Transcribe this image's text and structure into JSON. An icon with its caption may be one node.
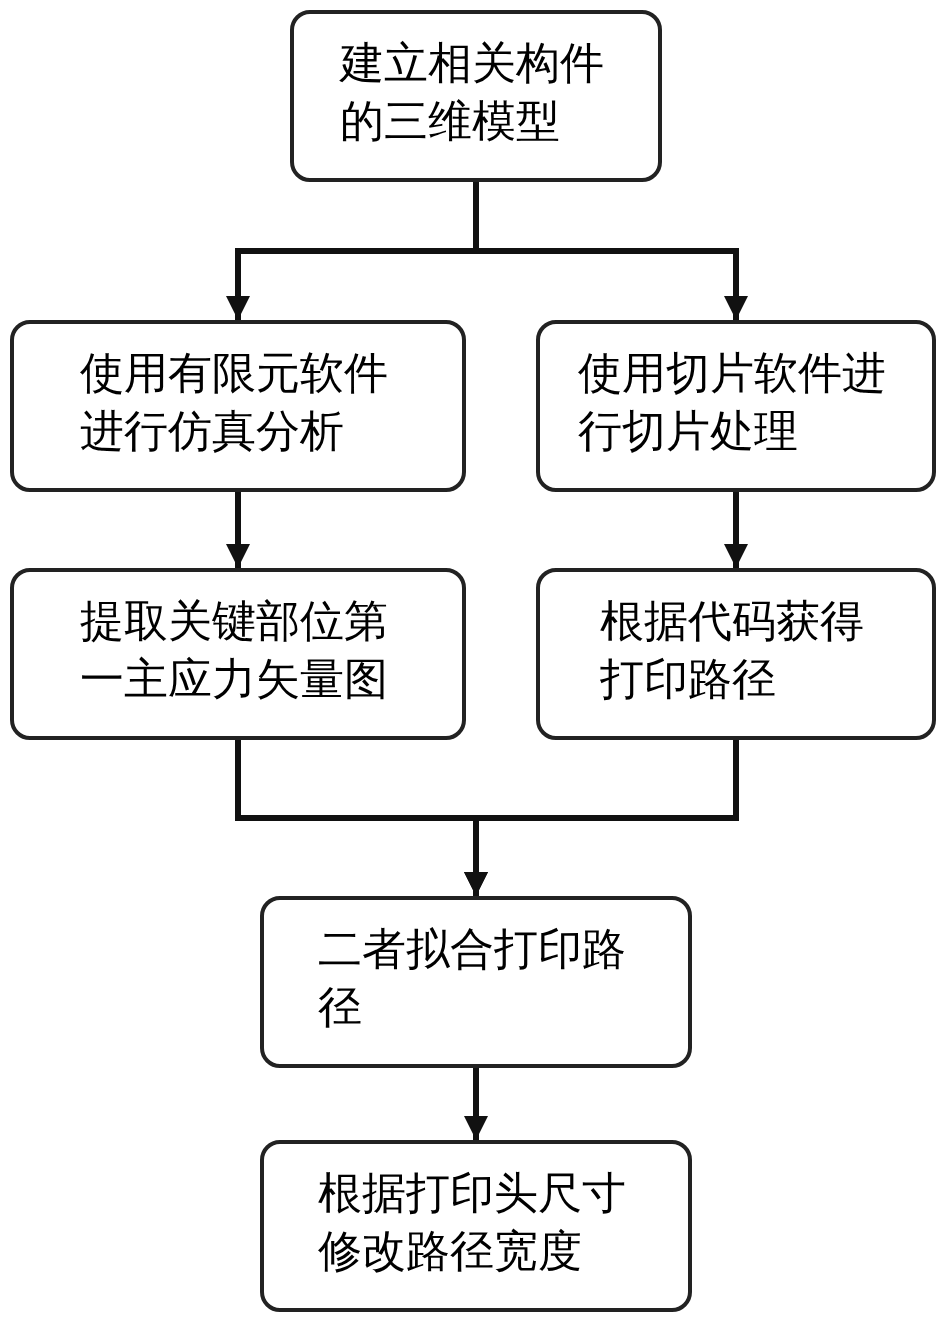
{
  "diagram": {
    "nodes": [
      {
        "text": [
          "建立相关构件的三维模型"
        ]
      },
      {
        "text": [
          "使用有限元软件进行仿真分析"
        ]
      },
      {
        "text": [
          "使用切片软件进行切片处理"
        ]
      },
      {
        "text": [
          "提取关键部位第一主应力矢量图"
        ]
      },
      {
        "text": [
          "根据代码获得打印路径"
        ]
      },
      {
        "text": [
          "二者拟合打印路径"
        ]
      },
      {
        "text": [
          "根据打印头尺寸修改路径宽度"
        ]
      }
    ],
    "edges": [
      {
        "from": 0,
        "to": 1,
        "arrow": "to"
      },
      {
        "from": 0,
        "to": 2,
        "arrow": "to"
      },
      {
        "from": 1,
        "to": 3,
        "arrow": "to"
      },
      {
        "from": 2,
        "to": 4,
        "arrow": "to"
      },
      {
        "from": 3,
        "to": 5,
        "arrow": "to"
      },
      {
        "from": 4,
        "to": 5,
        "arrow": "to"
      },
      {
        "from": 5,
        "to": 6,
        "arrow": "to"
      }
    ]
  }
}
